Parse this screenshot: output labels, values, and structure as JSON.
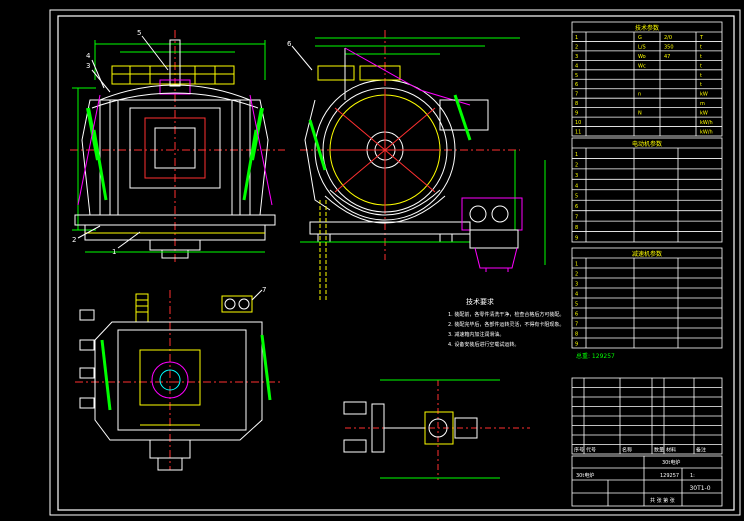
{
  "drawing": {
    "callouts": [
      "1",
      "2",
      "3",
      "4",
      "5",
      "6",
      "7"
    ],
    "note_heading": "技术要求",
    "notes": [
      "1. 装配前，各零件清洗干净，检查合格后方可装配。",
      "2. 装配完毕后，各部件运转灵活，不得有卡阻现象。",
      "3. 减速箱内加注润滑油。",
      "4. 设备安装后进行空载试运转。"
    ],
    "params_title": "技术参数",
    "params_rows": [
      [
        "1",
        "",
        "G",
        "2/0",
        "T"
      ],
      [
        "2",
        "",
        "L/S",
        "350",
        "t"
      ],
      [
        "3",
        "",
        "Wo",
        "47",
        "t"
      ],
      [
        "4",
        "",
        "Wc",
        "",
        "t"
      ],
      [
        "5",
        "",
        "",
        "",
        "t"
      ],
      [
        "6",
        "",
        "",
        "",
        "t"
      ],
      [
        "7",
        "",
        "n",
        "",
        "kW"
      ],
      [
        "8",
        "",
        "",
        "",
        "m"
      ],
      [
        "9",
        "",
        "N",
        "",
        "kW"
      ],
      [
        "10",
        "",
        "",
        "",
        "kW/h"
      ],
      [
        "11",
        "",
        "",
        "",
        "kW/h"
      ]
    ],
    "motor_title": "电动机参数",
    "motor_rows": [
      [
        "1",
        "",
        "",
        ""
      ],
      [
        "2",
        "",
        "",
        ""
      ],
      [
        "3",
        "",
        "",
        ""
      ],
      [
        "4",
        "",
        "",
        ""
      ],
      [
        "5",
        "",
        "",
        ""
      ],
      [
        "6",
        "",
        "",
        ""
      ],
      [
        "7",
        "",
        "",
        ""
      ],
      [
        "8",
        "",
        "",
        ""
      ],
      [
        "9",
        "",
        "",
        ""
      ]
    ],
    "reducer_title": "减速机参数",
    "reducer_rows": [
      [
        "1",
        "",
        "",
        ""
      ],
      [
        "2",
        "",
        "",
        ""
      ],
      [
        "3",
        "",
        "",
        ""
      ],
      [
        "4",
        "",
        "",
        ""
      ],
      [
        "5",
        "",
        "",
        ""
      ],
      [
        "6",
        "",
        "",
        ""
      ],
      [
        "7",
        "",
        "",
        ""
      ],
      [
        "8",
        "",
        "",
        ""
      ],
      [
        "9",
        "",
        "",
        ""
      ]
    ],
    "weight_label": "总重: 129257",
    "bom_header": [
      "序号",
      "代号",
      "名称",
      "数量",
      "材料",
      "备注"
    ],
    "bom_rows": [
      [
        "",
        "",
        "",
        "",
        "",
        ""
      ],
      [
        "",
        "",
        "",
        "",
        "",
        ""
      ],
      [
        "",
        "",
        "",
        "",
        "",
        ""
      ],
      [
        "",
        "",
        "",
        "",
        "",
        ""
      ],
      [
        "",
        "",
        "",
        "",
        "",
        ""
      ],
      [
        "",
        "",
        "",
        "",
        "",
        ""
      ],
      [
        "",
        "",
        "",
        "",
        "",
        ""
      ]
    ],
    "title_name": "30t电炉",
    "title_drawing_no": "30t电炉",
    "title_code": "30T1-0",
    "title_weight": "129257",
    "title_scale": "1:",
    "title_sheet": "共 张 第 张"
  }
}
